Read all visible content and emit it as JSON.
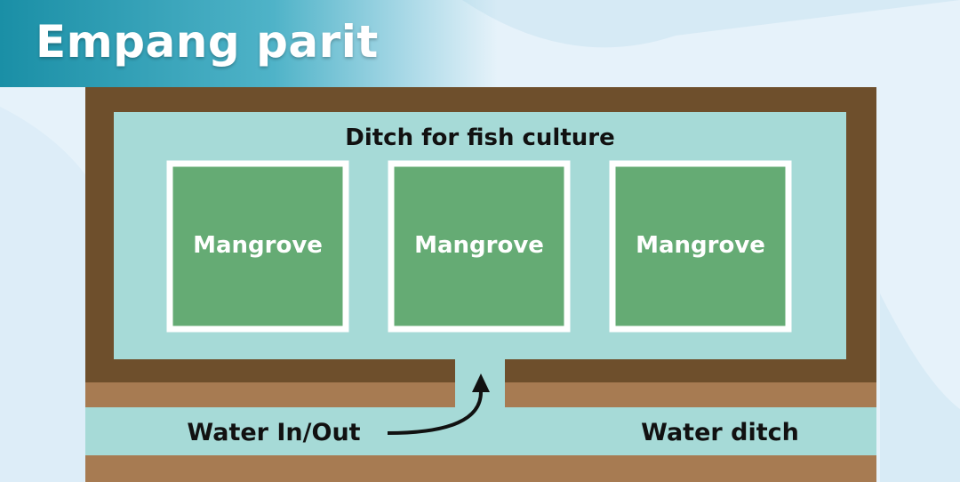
{
  "title": "Empang parit",
  "labels": {
    "ditch": "Ditch for fish culture",
    "mangroves": [
      "Mangrove",
      "Mangrove",
      "Mangrove"
    ],
    "water_in_out": "Water In/Out",
    "water_ditch": "Water ditch"
  },
  "colors": {
    "title_banner": "#1a8fa6",
    "earth_dark": "#6e4f2c",
    "earth_light": "#a77b52",
    "water": "#a6dad7",
    "mangrove": "#65ab74",
    "mangrove_border": "#ffffff",
    "text": "#111111"
  }
}
